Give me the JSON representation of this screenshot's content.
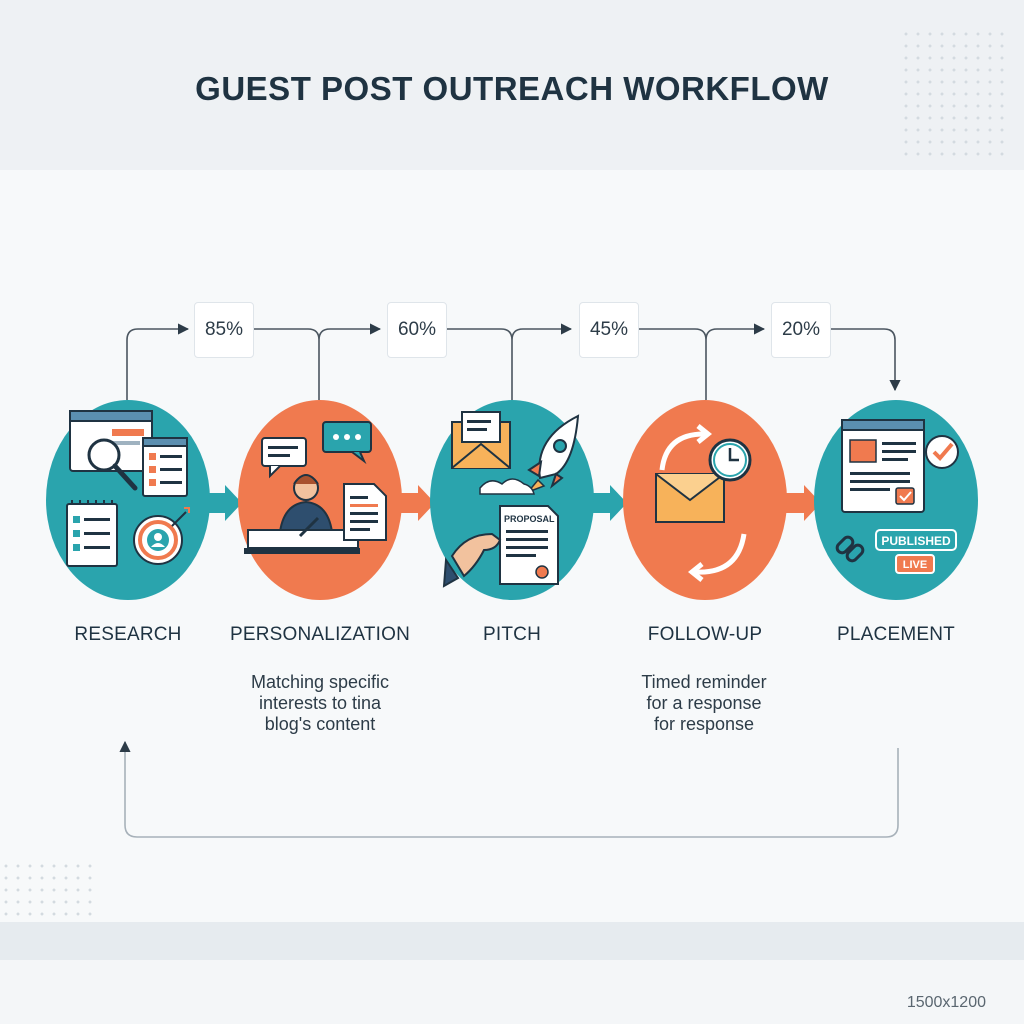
{
  "title": "GUEST POST OUTREACH WORKFLOW",
  "colors": {
    "teal": "#2aa4ad",
    "orange": "#f07a4f",
    "navy": "#1f3342",
    "line": "#4b5660"
  },
  "steps": [
    {
      "label": "RESEARCH",
      "color": "teal",
      "description": [],
      "icons": [
        "browser-search-icon",
        "checklist-icon",
        "clipboard-list-icon",
        "target-profile-icon"
      ]
    },
    {
      "label": "PERSONALIZATION",
      "color": "orange",
      "description": [
        "Matching specific",
        "interests to tina",
        "blog's content"
      ],
      "icons": [
        "person-writing-icon",
        "chat-bubble-icon",
        "document-icon"
      ]
    },
    {
      "label": "PITCH",
      "color": "teal",
      "description": [],
      "icons": [
        "envelope-icon",
        "rocket-icon",
        "proposal-document-icon"
      ],
      "proposal_text": "PROPOSAL"
    },
    {
      "label": "FOLLOW-UP",
      "color": "orange",
      "description": [
        "Timed reminder",
        "for a response",
        "for response"
      ],
      "icons": [
        "envelope-icon",
        "clock-icon",
        "cycle-arrows-icon"
      ]
    },
    {
      "label": "PLACEMENT",
      "color": "teal",
      "description": [],
      "icons": [
        "webpage-icon",
        "checkmark-icon",
        "link-icon"
      ],
      "badges": [
        "PUBLISHED",
        "LIVE"
      ]
    }
  ],
  "conversion_rates": [
    "85%",
    "60%",
    "45%",
    "20%"
  ],
  "footer_text": "1500x1200"
}
